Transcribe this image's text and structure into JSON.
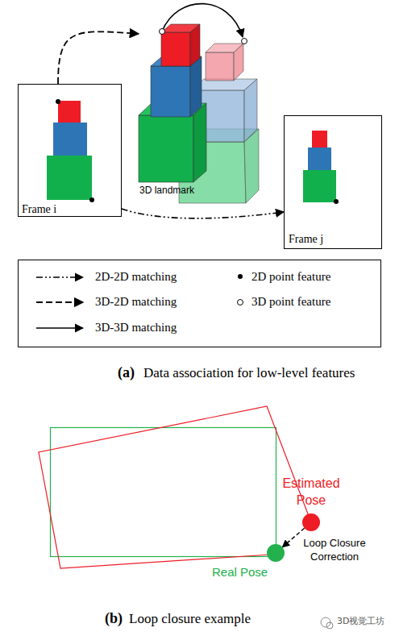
{
  "diagram": {
    "nodes": [
      {
        "text": [
          "Frame i"
        ]
      },
      {
        "text": [
          "3D landmark"
        ]
      },
      {
        "text": [
          "Frame j"
        ]
      },
      {
        "text": [
          "Estimated Pose"
        ]
      },
      {
        "text": [
          "Real Pose"
        ]
      }
    ],
    "edges": [
      {
        "from": 0,
        "to": 1,
        "arrow": "to"
      },
      {
        "from": 0,
        "to": 2,
        "arrow": "to"
      },
      {
        "from": 3,
        "to": 4,
        "arrow": "to"
      }
    ],
    "labels": [
      "(a)",
      "Data association for low-level features",
      "(b)",
      "Loop closure example",
      "Loop Closure Correction",
      "3D视觉工坊"
    ],
    "legend": [
      {
        "text": "2D-2D matching"
      },
      {
        "text": "2D point feature"
      },
      {
        "text": "3D-2D matching"
      },
      {
        "text": "3D point feature"
      },
      {
        "text": "3D-3D matching"
      }
    ]
  }
}
